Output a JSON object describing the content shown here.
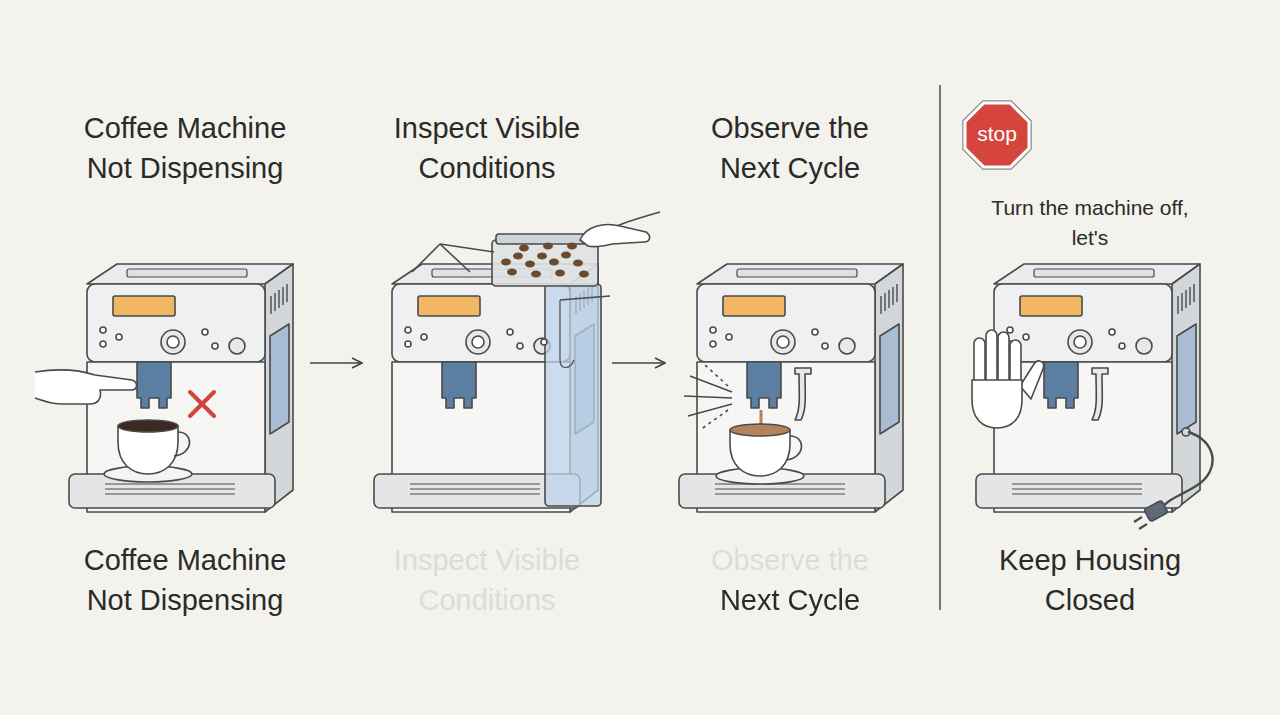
{
  "diagram": {
    "nodes": [
      {
        "text": [
          "Coffee Machine Not Dispensing",
          "Coffee Machine Not Dispensing"
        ]
      },
      {
        "text": [
          "Inspect Visible Conditions",
          "Inspect Visible Conditions"
        ]
      },
      {
        "text": [
          "Observe the Next Cycle",
          "Observe the Next Cycle"
        ]
      },
      {
        "text": [
          "stop"
        ]
      },
      {
        "text": [
          "Turn the machine off, let's",
          "Keep Housing Closed"
        ]
      }
    ],
    "edges": [
      {
        "from": 0,
        "to": 1,
        "arrow": "to"
      },
      {
        "from": 1,
        "to": 2,
        "arrow": "to"
      }
    ]
  }
}
